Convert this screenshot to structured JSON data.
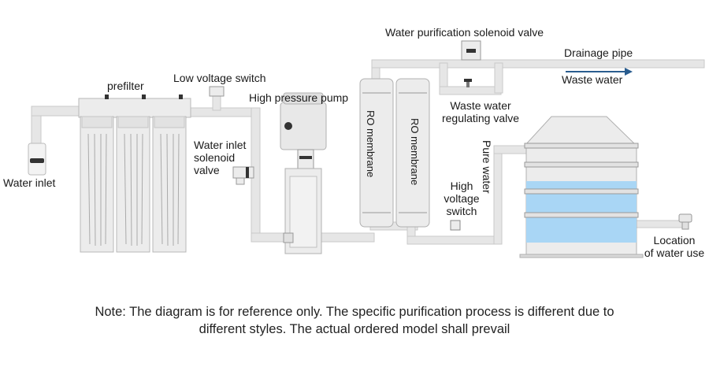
{
  "labels": {
    "water_inlet": "Water inlet",
    "prefilter": "prefilter",
    "low_voltage_switch": "Low voltage switch",
    "high_pressure_pump": "High pressure pump",
    "water_inlet_solenoid_valve": [
      "Water inlet",
      "solenoid",
      "valve"
    ],
    "water_purification_solenoid_valve": "Water purification solenoid valve",
    "drainage_pipe": "Drainage pipe",
    "waste_water": "Waste water",
    "waste_water_regulating_valve": [
      "Waste water",
      "regulating valve"
    ],
    "ro_membrane_1": "RO membrane",
    "ro_membrane_2": "RO membrane",
    "high_voltage_switch": [
      "High",
      "voltage",
      "switch"
    ],
    "pure_water": "Pure water",
    "location_of_water_use": [
      "Location",
      "of water use"
    ]
  },
  "note": [
    "Note: The diagram is for reference only. The specific purification process is different due to",
    "different styles. The actual ordered model shall prevail"
  ],
  "colors": {
    "pipe": "#e6e6e6",
    "pipe_edge": "#c9c9c9",
    "component": "#ececec",
    "component_edge": "#b8b8b8",
    "dark_part": "#333333",
    "water": "#a9d6f5",
    "flow_arrow": "#2a5d8f"
  }
}
